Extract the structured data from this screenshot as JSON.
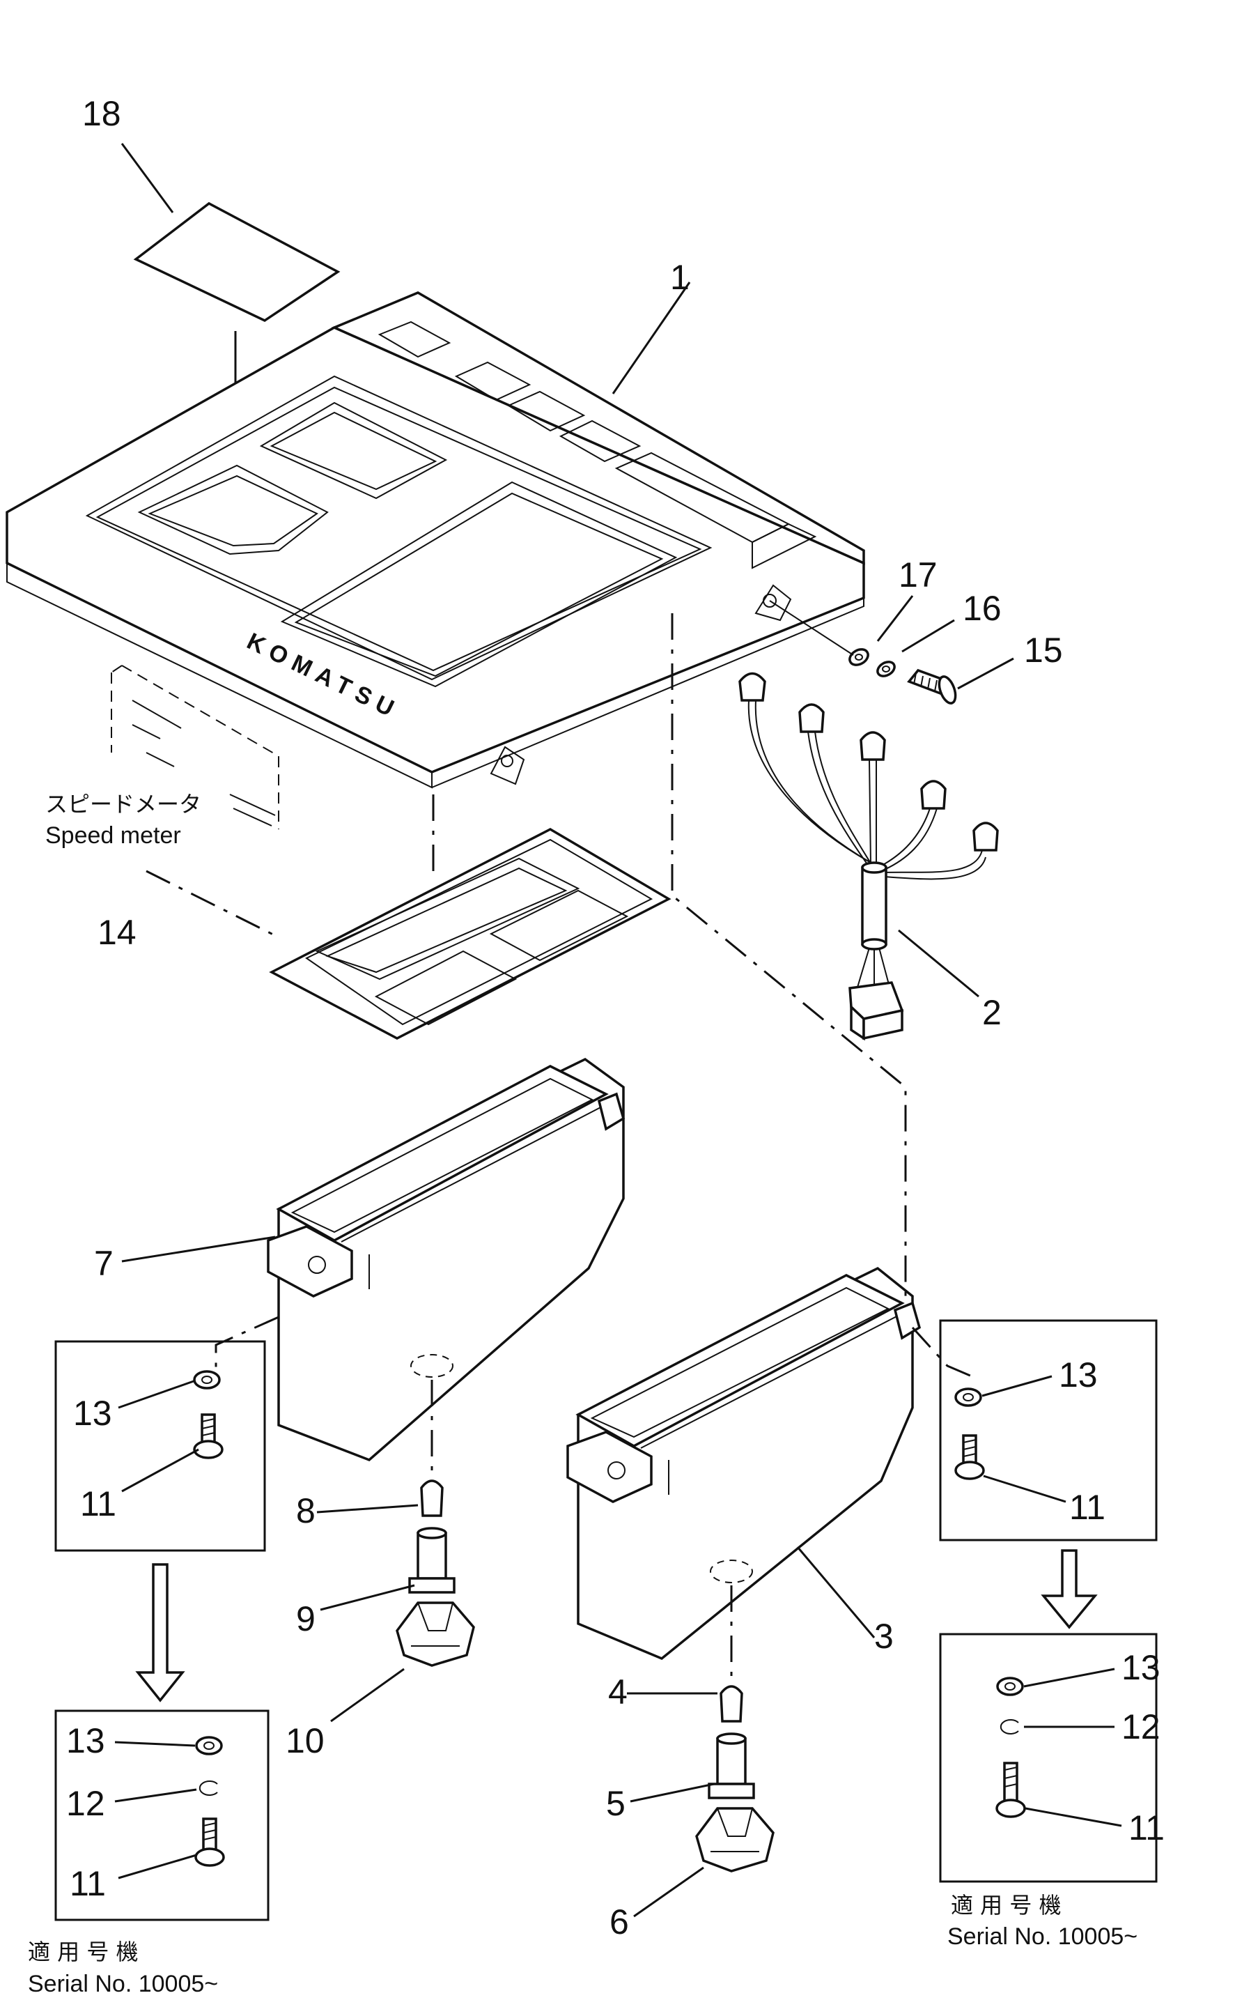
{
  "callouts": {
    "c1": "1",
    "c2": "2",
    "c3": "3",
    "c4": "4",
    "c5": "5",
    "c6": "6",
    "c7": "7",
    "c8": "8",
    "c9": "9",
    "c10": "10",
    "c11a": "11",
    "c11b": "11",
    "c11c": "11",
    "c11d": "11",
    "c12a": "12",
    "c12b": "12",
    "c13a": "13",
    "c13b": "13",
    "c13c": "13",
    "c13d": "13",
    "c14": "14",
    "c15": "15",
    "c16": "16",
    "c17": "17",
    "c18": "18"
  },
  "labels": {
    "speed_meter_jp": "スピードメータ",
    "speed_meter_en": "Speed meter",
    "logo": "KOMATSU"
  },
  "notes": {
    "left_jp": "適 用 号 機",
    "left_en": "Serial No. 10005~",
    "right_jp": "適 用 号 機",
    "right_en": "Serial No. 10005~"
  }
}
